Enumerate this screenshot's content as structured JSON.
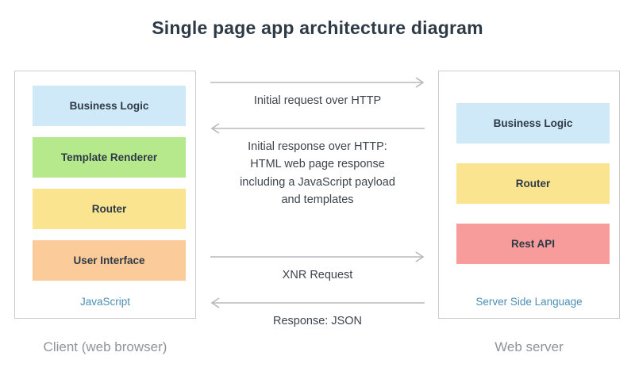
{
  "title": "Single page app architecture diagram",
  "colors": {
    "blue": "#cfe9f8",
    "green": "#b6e88c",
    "yellow": "#fae490",
    "orange": "#fbcb99",
    "red": "#f79b9b",
    "panel_border": "#c9cccf",
    "label_blue": "#4a8fb5",
    "caption_gray": "#8e9499",
    "text_dark": "#2e3a46",
    "arrow_gray": "#b7babd",
    "background": "#ffffff"
  },
  "client": {
    "caption": "Client (web browser)",
    "footer_label": "JavaScript",
    "boxes": [
      {
        "label": "Business Logic",
        "color_name": "blue"
      },
      {
        "label": "Template Renderer",
        "color_name": "green"
      },
      {
        "label": "Router",
        "color_name": "yellow"
      },
      {
        "label": "User Interface",
        "color_name": "orange"
      }
    ]
  },
  "server": {
    "caption": "Web server",
    "footer_label": "Server Side Language",
    "boxes": [
      {
        "label": "Business Logic",
        "color_name": "blue"
      },
      {
        "label": "Router",
        "color_name": "yellow"
      },
      {
        "label": "Rest API",
        "color_name": "red"
      }
    ]
  },
  "flows": [
    {
      "direction": "right",
      "label": "Initial request over HTTP"
    },
    {
      "direction": "left",
      "label": "Initial response over HTTP:\nHTML web page response\nincluding a JavaScript payload\nand templates"
    },
    {
      "direction": "right",
      "label": "XNR Request"
    },
    {
      "direction": "left",
      "label": "Response: JSON"
    }
  ]
}
